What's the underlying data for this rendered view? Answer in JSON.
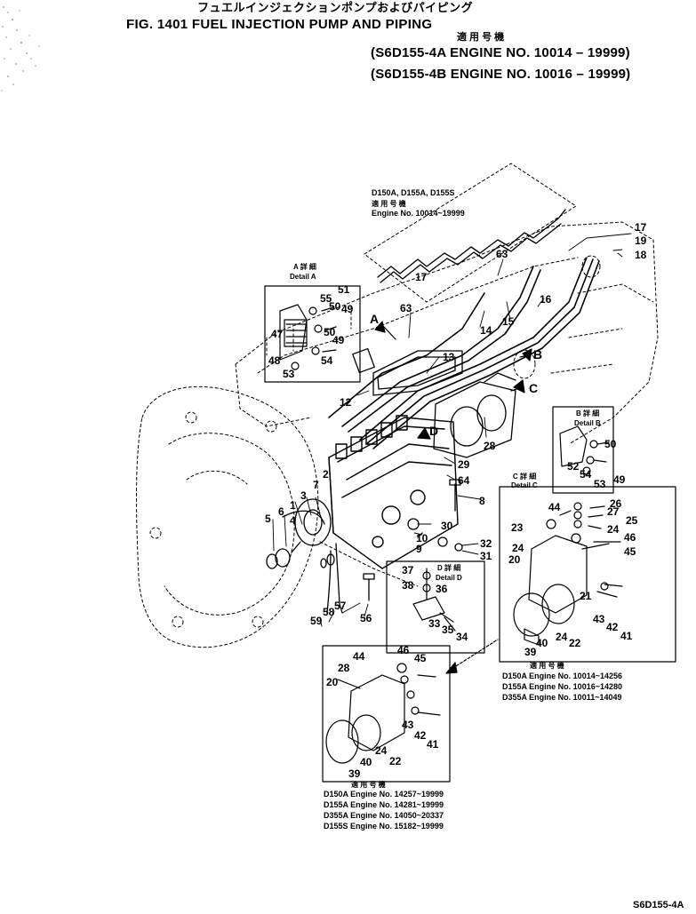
{
  "header": {
    "japanese_title": "フュエルインジェクションポンプおよびパイピング",
    "figure_title": "FIG. 1401  FUEL INJECTION PUMP AND PIPING",
    "applicability_jp": "適 用 号 機",
    "applicability": [
      "(S6D155-4A  ENGINE NO. 10014 – 19999)",
      "(S6D155-4B  ENGINE NO. 10016 – 19999)"
    ]
  },
  "pipe_note": {
    "models": "D150A, D155A, D155S",
    "jp": "適 用 号 機",
    "engine": "Engine No. 10014~19999"
  },
  "details": {
    "a": {
      "jp": "A 詳 細",
      "label": "Detail A"
    },
    "b": {
      "jp": "B 詳 細",
      "label": "Detail B"
    },
    "c": {
      "jp": "C 詳 細",
      "label": "Detail C"
    },
    "d": {
      "jp": "D 詳 細",
      "label": "Detail D"
    }
  },
  "view_markers": [
    "A",
    "B",
    "C",
    "D"
  ],
  "detail_c_note": {
    "jp": "適 用 号 機",
    "lines": [
      "D150A  Engine No. 10014~14256",
      "D155A  Engine No. 10016~14280",
      "D355A  Engine No. 10011~14049"
    ]
  },
  "lower_note": {
    "jp": "適 用 号 機",
    "lines": [
      "D150A  Engine No. 14257~19999",
      "D155A  Engine No. 14281~19999",
      "D355A  Engine No. 14050~20337",
      "D155S  Engine No. 15182~19999"
    ]
  },
  "callouts": {
    "c17a": "17",
    "c19": "19",
    "c18": "18",
    "c17b": "17",
    "c63a": "63",
    "c16": "16",
    "c15": "15",
    "c14": "14",
    "c63b": "63",
    "c13": "13",
    "c12": "12",
    "c28": "28",
    "c29": "29",
    "c64": "64",
    "c8": "8",
    "c30": "30",
    "c10": "10",
    "c9": "9",
    "c32": "32",
    "c31": "31",
    "c2": "2",
    "c7": "7",
    "c3": "3",
    "c1": "1",
    "c4": "4",
    "c6": "6",
    "c5": "5",
    "c57": "57",
    "c58": "58",
    "c59": "59",
    "c56": "56",
    "a51": "51",
    "a55": "55",
    "a50": "50",
    "a49": "49",
    "a47": "47",
    "a50b": "50",
    "a49b": "49",
    "a48": "48",
    "a54": "54",
    "a53": "53",
    "b50": "50",
    "b52": "52",
    "b54": "54",
    "b53": "53",
    "b49": "49",
    "d37": "37",
    "d38": "38",
    "d36": "36",
    "d33": "33",
    "d35": "35",
    "d34": "34",
    "e26": "26",
    "e27": "27",
    "e25": "25",
    "e24": "24",
    "e44": "44",
    "e23": "23",
    "e46": "46",
    "e45": "45",
    "e24b": "24",
    "e20": "20",
    "e21": "21",
    "e43": "43",
    "e42": "42",
    "e41": "41",
    "e40": "40",
    "e24c": "24",
    "e22": "22",
    "e39": "39",
    "f46": "46",
    "f45": "45",
    "f44": "44",
    "f28": "28",
    "f20": "20",
    "f43": "43",
    "f42": "42",
    "f41": "41",
    "f24": "24",
    "f22": "22",
    "f40": "40",
    "f39": "39"
  },
  "page_code": "S6D155-4A"
}
